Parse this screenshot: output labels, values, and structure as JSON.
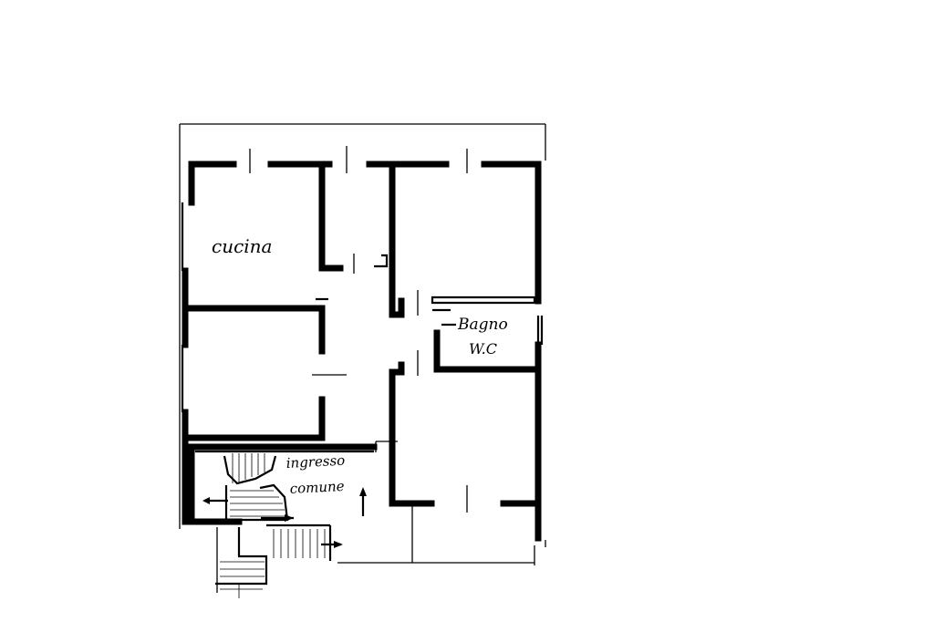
{
  "plan": {
    "rooms": {
      "kitchen": "cucina",
      "bathroom_line1": "Bagno",
      "bathroom_line2": "W.C",
      "entrance_line1": "ingresso",
      "entrance_line2": "comune"
    }
  }
}
